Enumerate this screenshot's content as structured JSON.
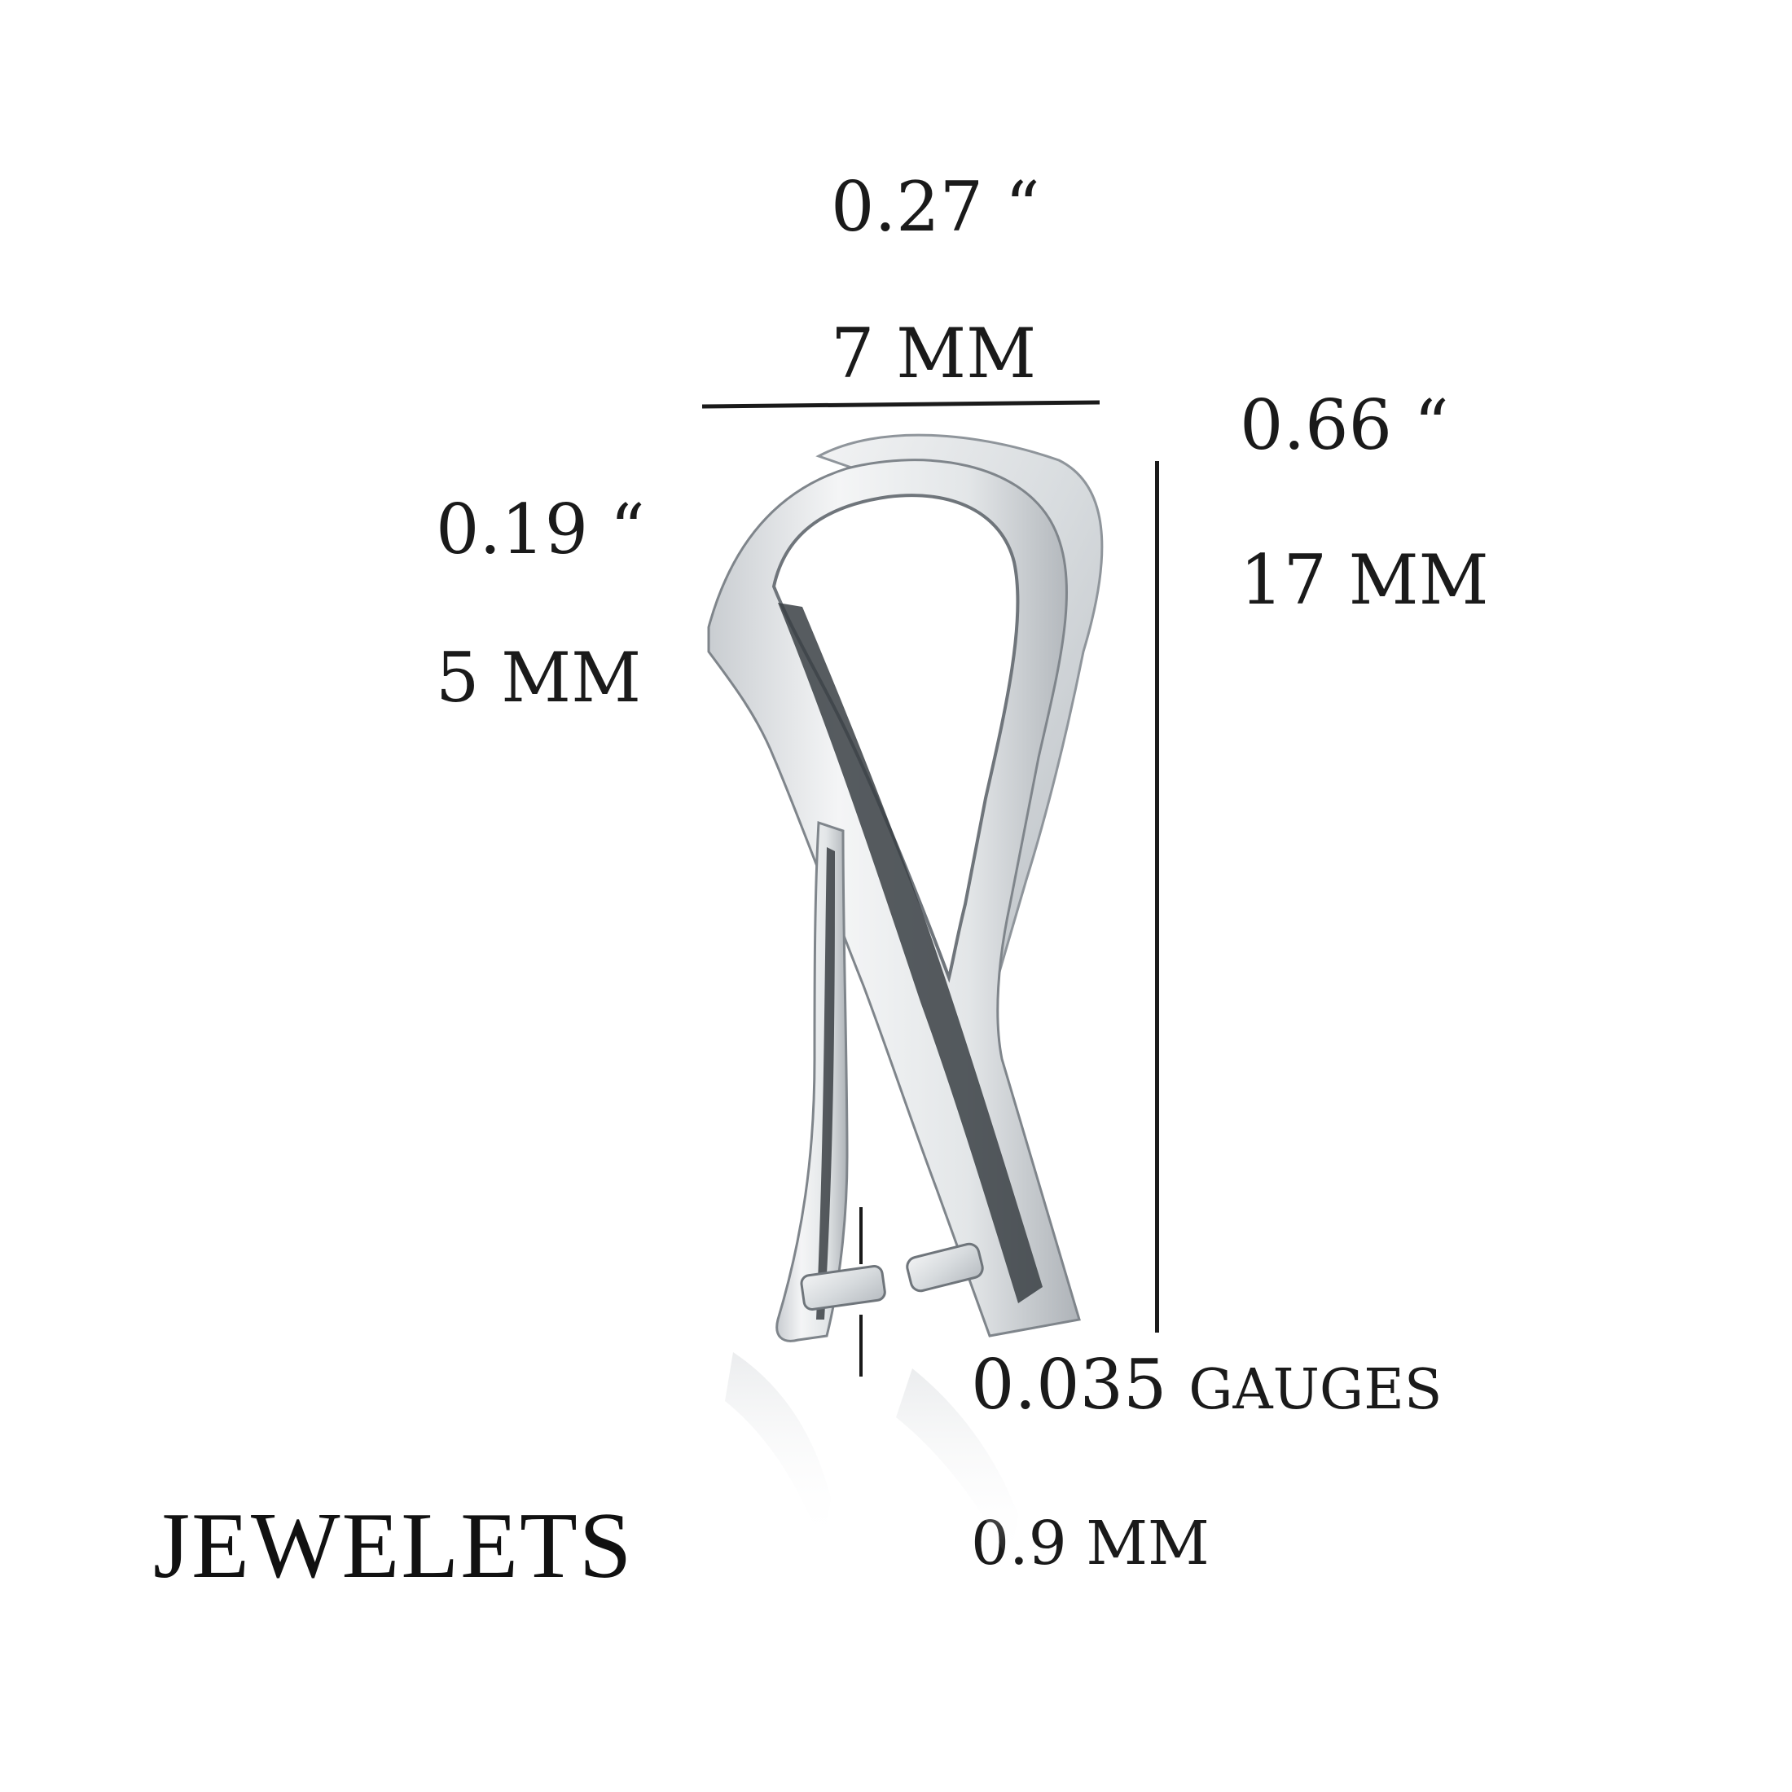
{
  "brand": "JEWELETS",
  "width": {
    "inches": "0.27 “",
    "mm": "7 MM"
  },
  "inner_width": {
    "inches": "0.19 “",
    "mm": "5 MM"
  },
  "height": {
    "inches": "0.66 “",
    "mm": "17 MM"
  },
  "gauge": {
    "value": "0.035",
    "unit": "GAUGES",
    "mm": "0.9 MM"
  },
  "colors": {
    "background": "#ffffff",
    "text": "#1a1a1a",
    "metal": "#d9dde0"
  },
  "icons": {
    "product": "pinch-bail-clasp"
  }
}
